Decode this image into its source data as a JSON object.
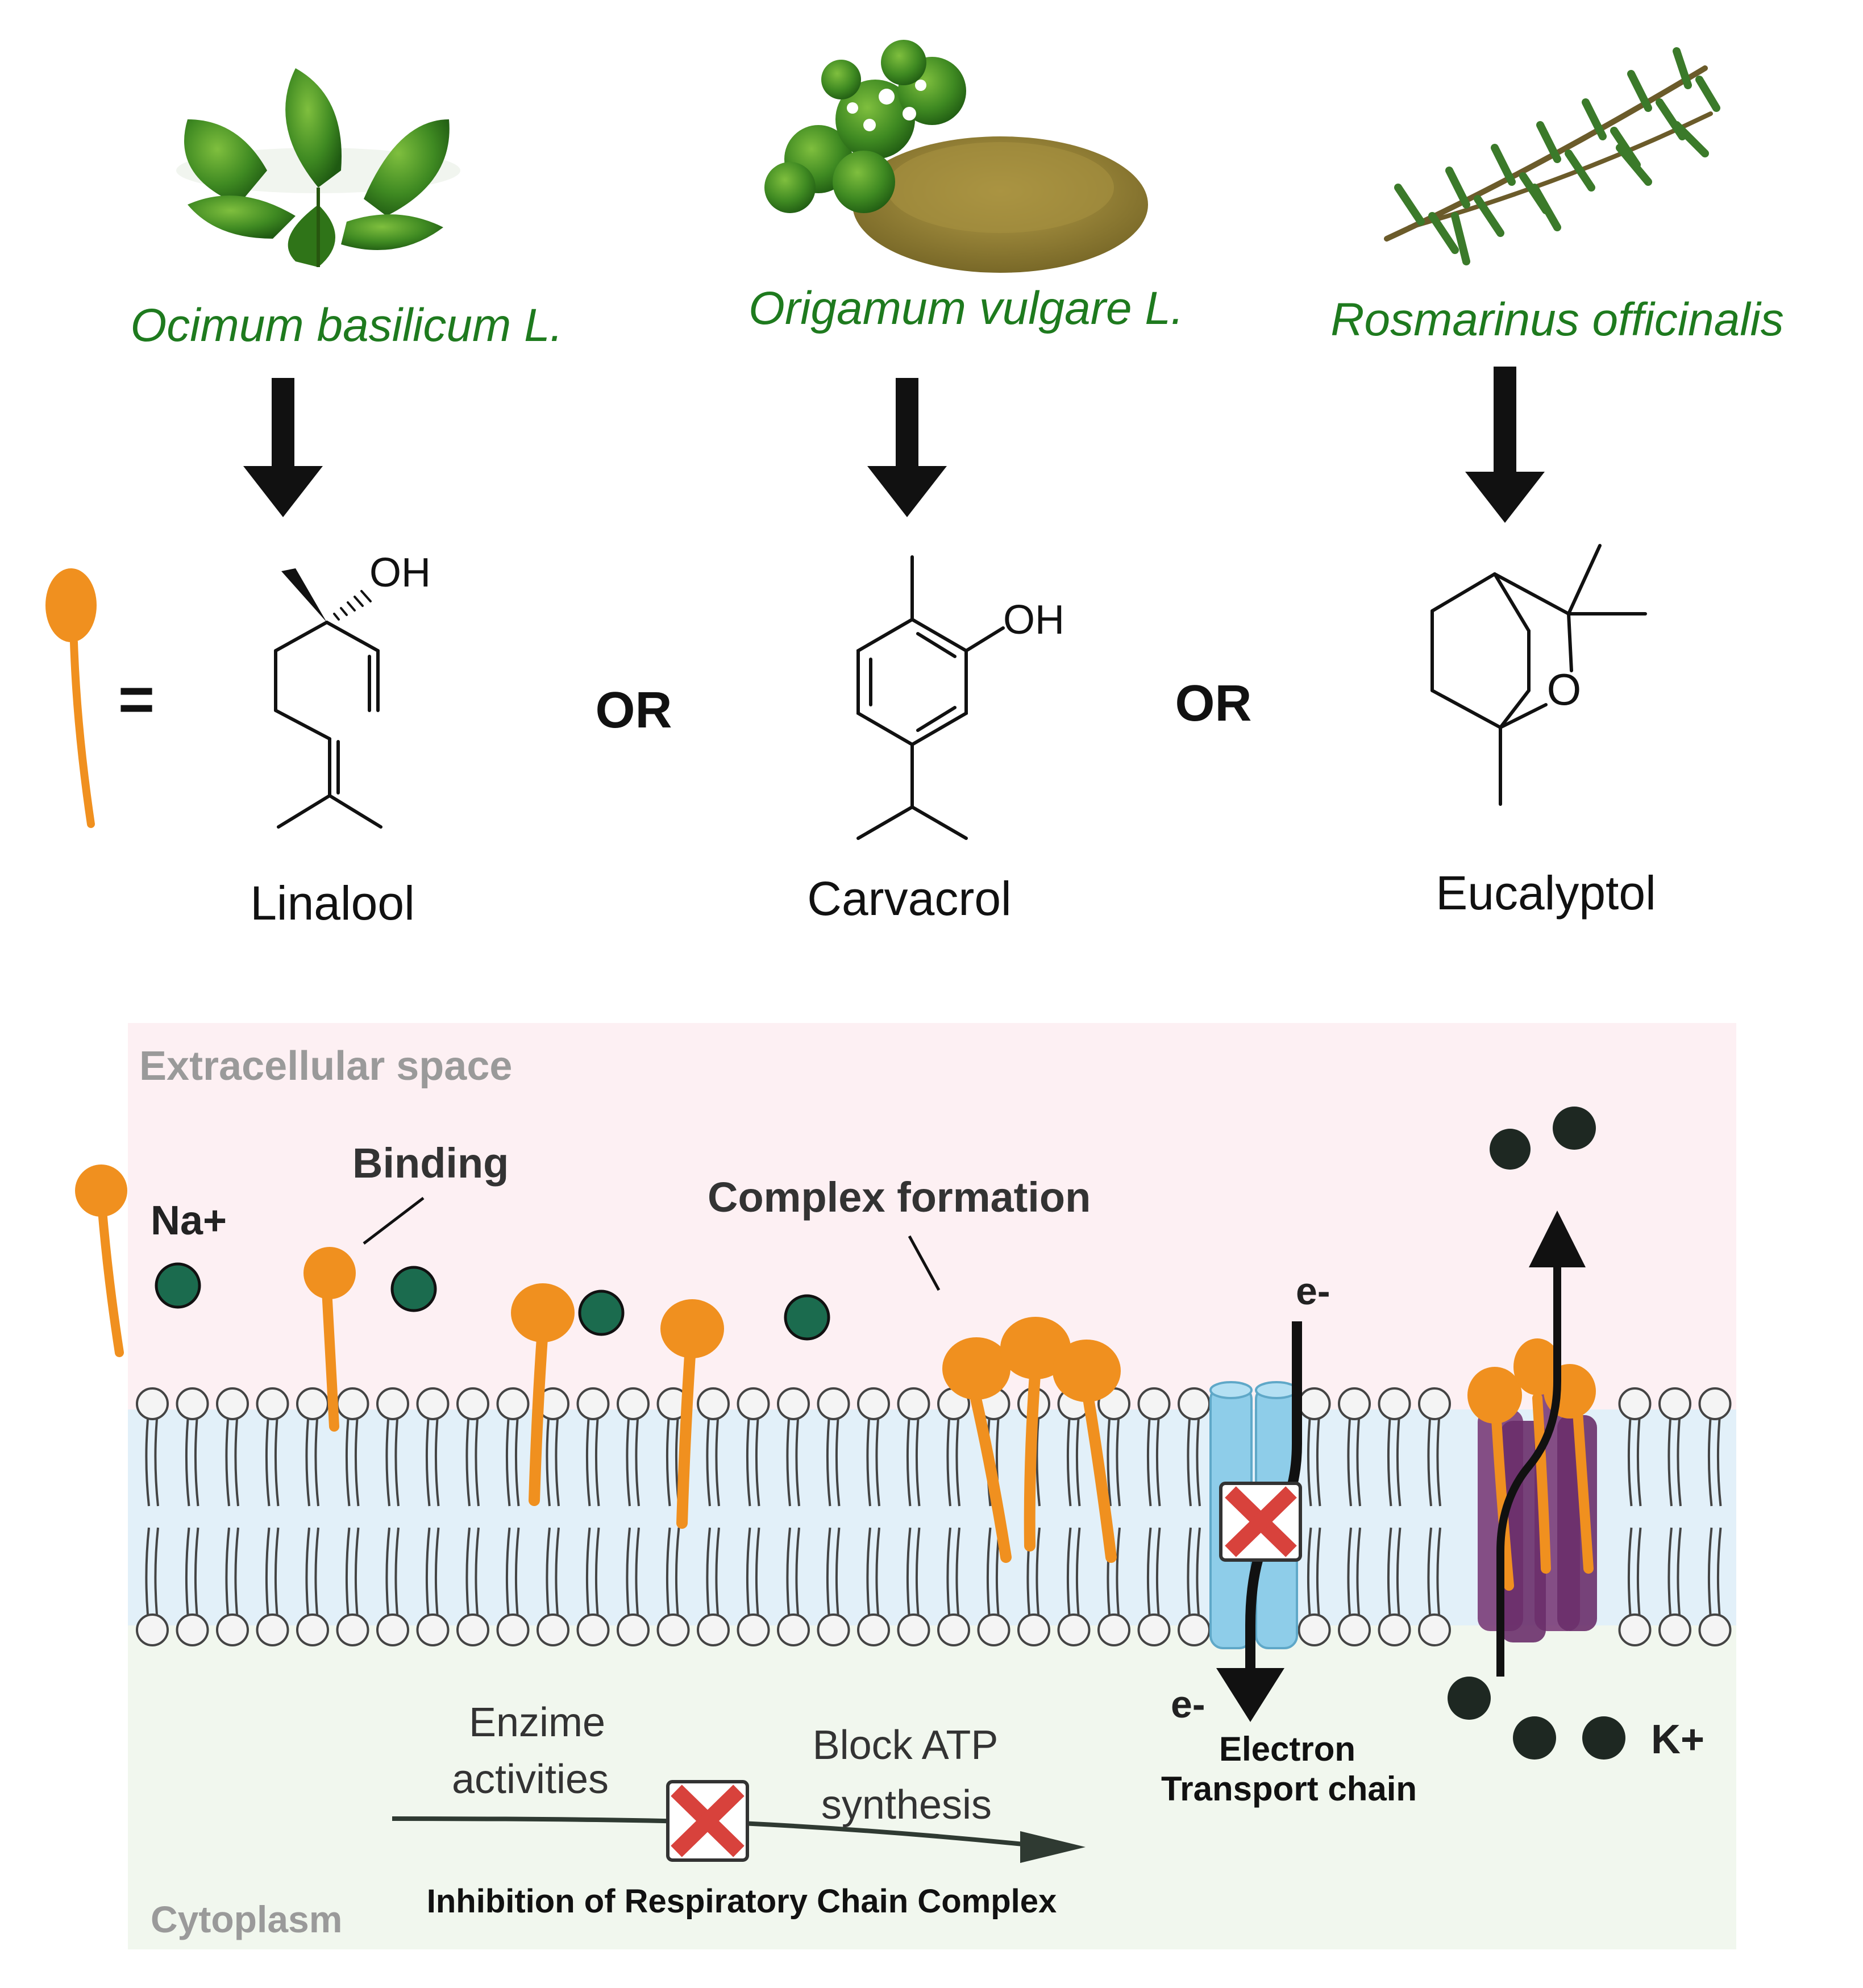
{
  "plants": [
    {
      "name": "Ocimum basilicum L.",
      "compound": "Linalool",
      "image": "basil-leaves"
    },
    {
      "name": "Origamum vulgare L.",
      "compound": "Carvacrol",
      "image": "oregano-leaves-and-dried-powder"
    },
    {
      "name": "Rosmarinus officinalis",
      "compound": "Eucalyptol",
      "image": "rosemary-sprigs"
    }
  ],
  "structure_labels": {
    "oh": "OH",
    "o": "O"
  },
  "operators": {
    "equals": "=",
    "or": "OR"
  },
  "membrane": {
    "extracellular": "Extracellular space",
    "cytoplasm": "Cytoplasm",
    "na_label": "Na+",
    "k_label": "K+",
    "binding": "Binding",
    "complex_formation": "Complex formation",
    "electron": "e-",
    "etc_line1": "Electron",
    "etc_line2": "Transport chain",
    "enzime_line1": "Enzime",
    "enzime_line2": "activities",
    "atp_line1": "Block ATP",
    "atp_line2": "synthesis",
    "inhibition": "Inhibition of Respiratory Chain Complex"
  },
  "colors": {
    "plant_name": "#1e7a1e",
    "ligand": "#f0901f",
    "sodium": "#1b6b4e",
    "potassium": "#1e2822",
    "extracellular_bg": "#fdf0f3",
    "cytoplasm_bg": "#f1f7ee",
    "membrane_core": "#e2f0f9",
    "channel": "#8ecde9",
    "transporter": "#7a3c78",
    "block_red": "#d8423c",
    "faint_label": "#9a9a9a"
  }
}
